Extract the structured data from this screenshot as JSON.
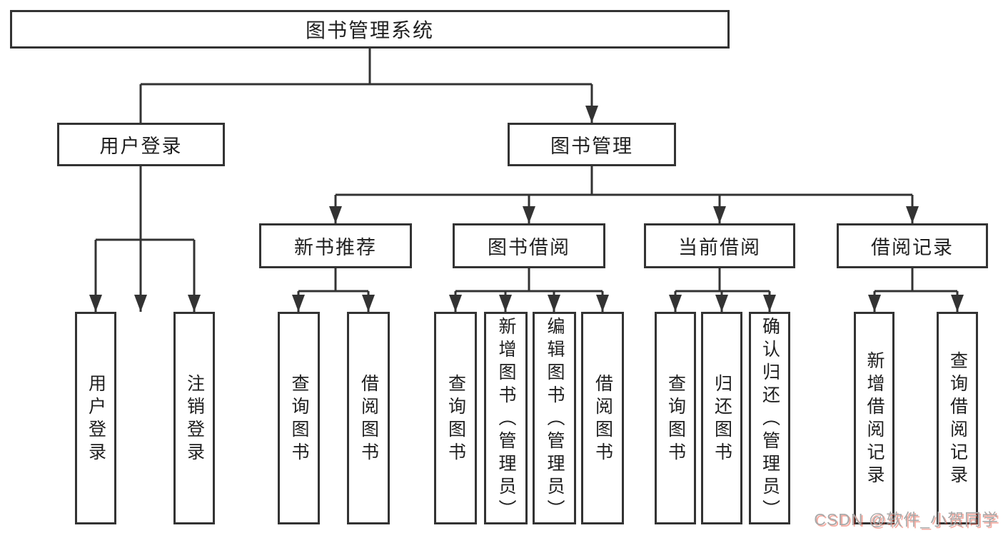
{
  "tree": {
    "root": "图书管理系统",
    "level2": {
      "user_login": "用户登录",
      "book_management": "图书管理"
    },
    "level3": {
      "new_book_recommend": "新书推荐",
      "book_borrow": "图书借阅",
      "current_borrow": "当前借阅",
      "borrow_records": "借阅记录"
    },
    "leaves": {
      "login": [
        "用户登录",
        "注销登录"
      ],
      "recommend": [
        "查询图书",
        "借阅图书"
      ],
      "borrow": [
        "查询图书",
        "新增图书（管理员）",
        "编辑图书（管理员）",
        "借阅图书"
      ],
      "current": [
        "查询图书",
        "归还图书",
        "确认归还（管理员）"
      ],
      "records": [
        "新增借阅记录",
        "查询借阅记录"
      ]
    }
  },
  "watermark": "CSDN @软件_小贺同学",
  "colors": {
    "line": "#333333",
    "text": "#1f1f1f",
    "background": "#ffffff",
    "watermark_gray": "#a9a9a9",
    "watermark_accent": "#e8442e"
  }
}
